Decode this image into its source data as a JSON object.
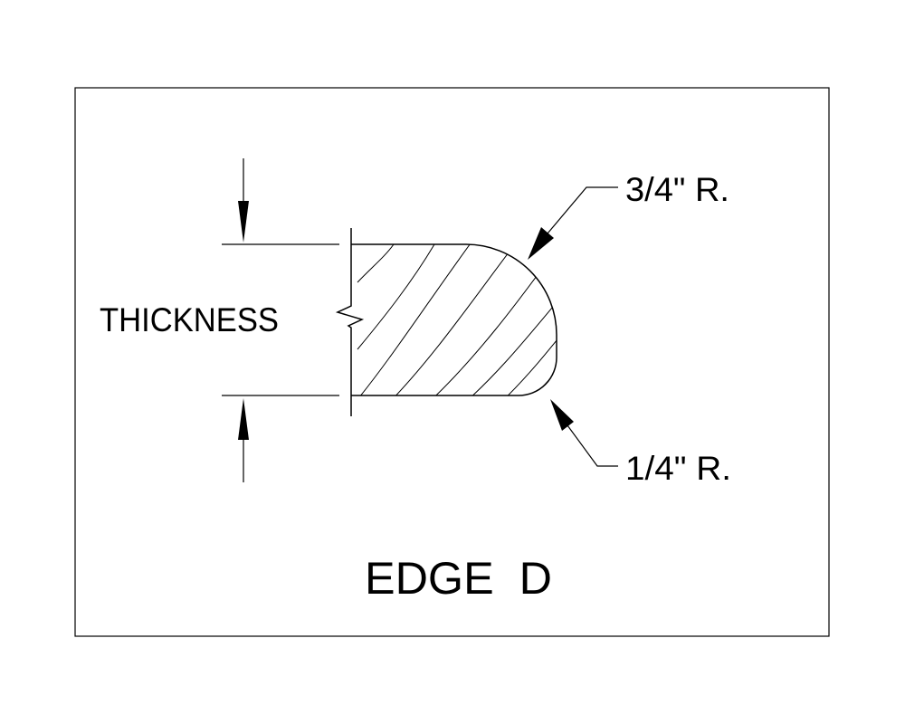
{
  "labels": {
    "thickness": "THICKNESS",
    "top_radius": "3/4\" R.",
    "bottom_radius": "1/4\" R.",
    "title": "EDGE  D"
  },
  "colors": {
    "line": "#000000",
    "background": "#ffffff"
  }
}
